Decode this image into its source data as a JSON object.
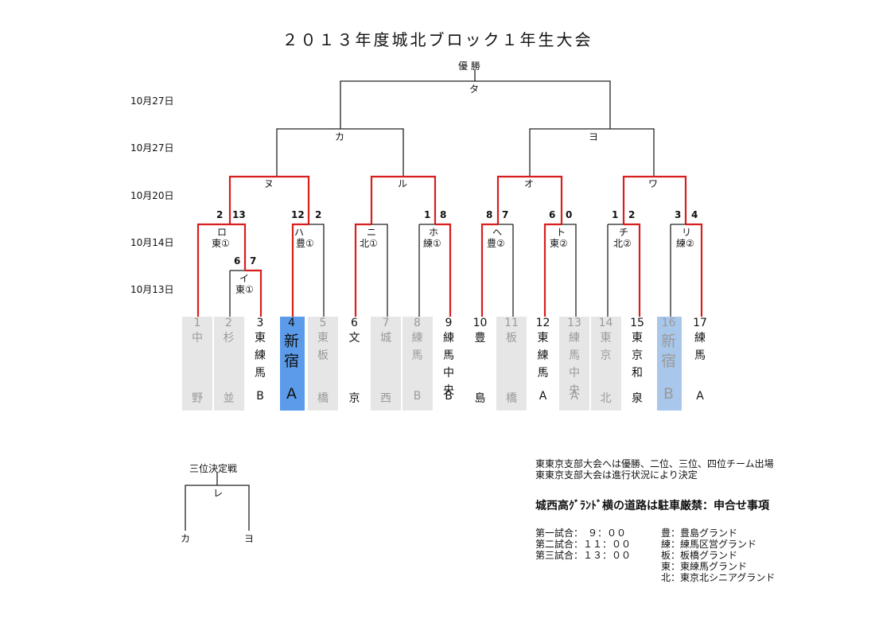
{
  "title": "２０１３年度城北ブロック１年生大会",
  "champion_label": "優 勝",
  "dates": [
    "10月27日",
    "10月27日",
    "10月20日",
    "10月14日",
    "10月13日"
  ],
  "games": {
    "ta": "タ",
    "ka": "カ",
    "yo": "ヨ",
    "nu": "ヌ",
    "ru": "ル",
    "o": "オ",
    "wa": "ワ",
    "ro": "ロ",
    "ha": "ハ",
    "ni": "ニ",
    "ho": "ホ",
    "he": "ヘ",
    "to": "ト",
    "chi": "チ",
    "ri": "リ",
    "i": "イ",
    "ro_sub": "東①",
    "ha_sub": "豊①",
    "ni_sub": "北①",
    "ho_sub": "練①",
    "he_sub": "豊②",
    "to_sub": "東②",
    "chi_sub": "北②",
    "ri_sub": "練②",
    "i_sub": "東①"
  },
  "scores": {
    "ro_l": "2",
    "ro_r": "13",
    "i_l": "6",
    "i_r": "7",
    "ha_l": "12",
    "ha_r": "2",
    "ho_l": "1",
    "ho_r": "8",
    "he_l": "8",
    "he_r": "7",
    "to_l": "6",
    "to_r": "0",
    "chi_l": "1",
    "chi_r": "2",
    "ri_l": "3",
    "ri_r": "4"
  },
  "teams": [
    {
      "num": "1",
      "top": [
        "中"
      ],
      "bottom": "野",
      "bg": "gray",
      "text": "gray"
    },
    {
      "num": "2",
      "top": [
        "杉"
      ],
      "bottom": "並",
      "bg": "gray",
      "text": "gray"
    },
    {
      "num": "3",
      "top": [
        "東",
        "練",
        "馬"
      ],
      "bottom": "B",
      "bg": "none",
      "text": "black"
    },
    {
      "num": "4",
      "top": [
        "新",
        "宿"
      ],
      "bottom": "A",
      "bg": "blue",
      "text": "black"
    },
    {
      "num": "5",
      "top": [
        "東",
        "板"
      ],
      "bottom": "橋",
      "bg": "gray",
      "text": "gray"
    },
    {
      "num": "6",
      "top": [
        "文"
      ],
      "bottom": "京",
      "bg": "none",
      "text": "black"
    },
    {
      "num": "7",
      "top": [
        "城"
      ],
      "bottom": "西",
      "bg": "gray",
      "text": "gray"
    },
    {
      "num": "8",
      "top": [
        "練",
        "馬"
      ],
      "bottom": "B",
      "bg": "gray",
      "text": "gray"
    },
    {
      "num": "9",
      "top": [
        "練",
        "馬",
        "中",
        "央"
      ],
      "bottom": "B",
      "bg": "none",
      "text": "black"
    },
    {
      "num": "10",
      "top": [
        "豊"
      ],
      "bottom": "島",
      "bg": "none",
      "text": "black"
    },
    {
      "num": "11",
      "top": [
        "板"
      ],
      "bottom": "橋",
      "bg": "gray",
      "text": "gray"
    },
    {
      "num": "12",
      "top": [
        "東",
        "練",
        "馬"
      ],
      "bottom": "A",
      "bg": "none",
      "text": "black"
    },
    {
      "num": "13",
      "top": [
        "練",
        "馬",
        "中",
        "央"
      ],
      "bottom": "A",
      "bg": "gray",
      "text": "gray"
    },
    {
      "num": "14",
      "top": [
        "東",
        "京"
      ],
      "bottom": "北",
      "bg": "gray",
      "text": "gray"
    },
    {
      "num": "15",
      "top": [
        "東",
        "京",
        "和"
      ],
      "bottom": "泉",
      "bg": "none",
      "text": "black"
    },
    {
      "num": "16",
      "top": [
        "新",
        "宿"
      ],
      "bottom": "B",
      "bg": "lightblue",
      "text": "gray"
    },
    {
      "num": "17",
      "top": [
        "練",
        "馬"
      ],
      "bottom": "A",
      "bg": "none",
      "text": "black"
    }
  ],
  "third_place": {
    "label": "三位決定戦",
    "game": "レ",
    "left": "カ",
    "right": "ヨ"
  },
  "notes": {
    "line1": "東東京支部大会へは優勝、二位、三位、四位チーム出場",
    "line2": "東東京支部大会は進行状況により決定",
    "line3": "城西高ｸﾞﾗﾝﾄﾞ横の道路は駐車厳禁：申合せ事項",
    "schedule": [
      "第一試合：　９：００",
      "第二試合：１１：００",
      "第三試合：１３：００"
    ],
    "venues": [
      "豊：豊島グランド",
      "練：練馬区営グランド",
      "板：板橋グランド",
      "東：東練馬グランド",
      "北：東京北シニアグランド"
    ]
  },
  "colors": {
    "win": "#d81e1e",
    "line": "#222222",
    "gray_bg": "#e6e6e6",
    "blue_bg": "#5b9bea",
    "lightblue_bg": "#a9c7ea"
  }
}
